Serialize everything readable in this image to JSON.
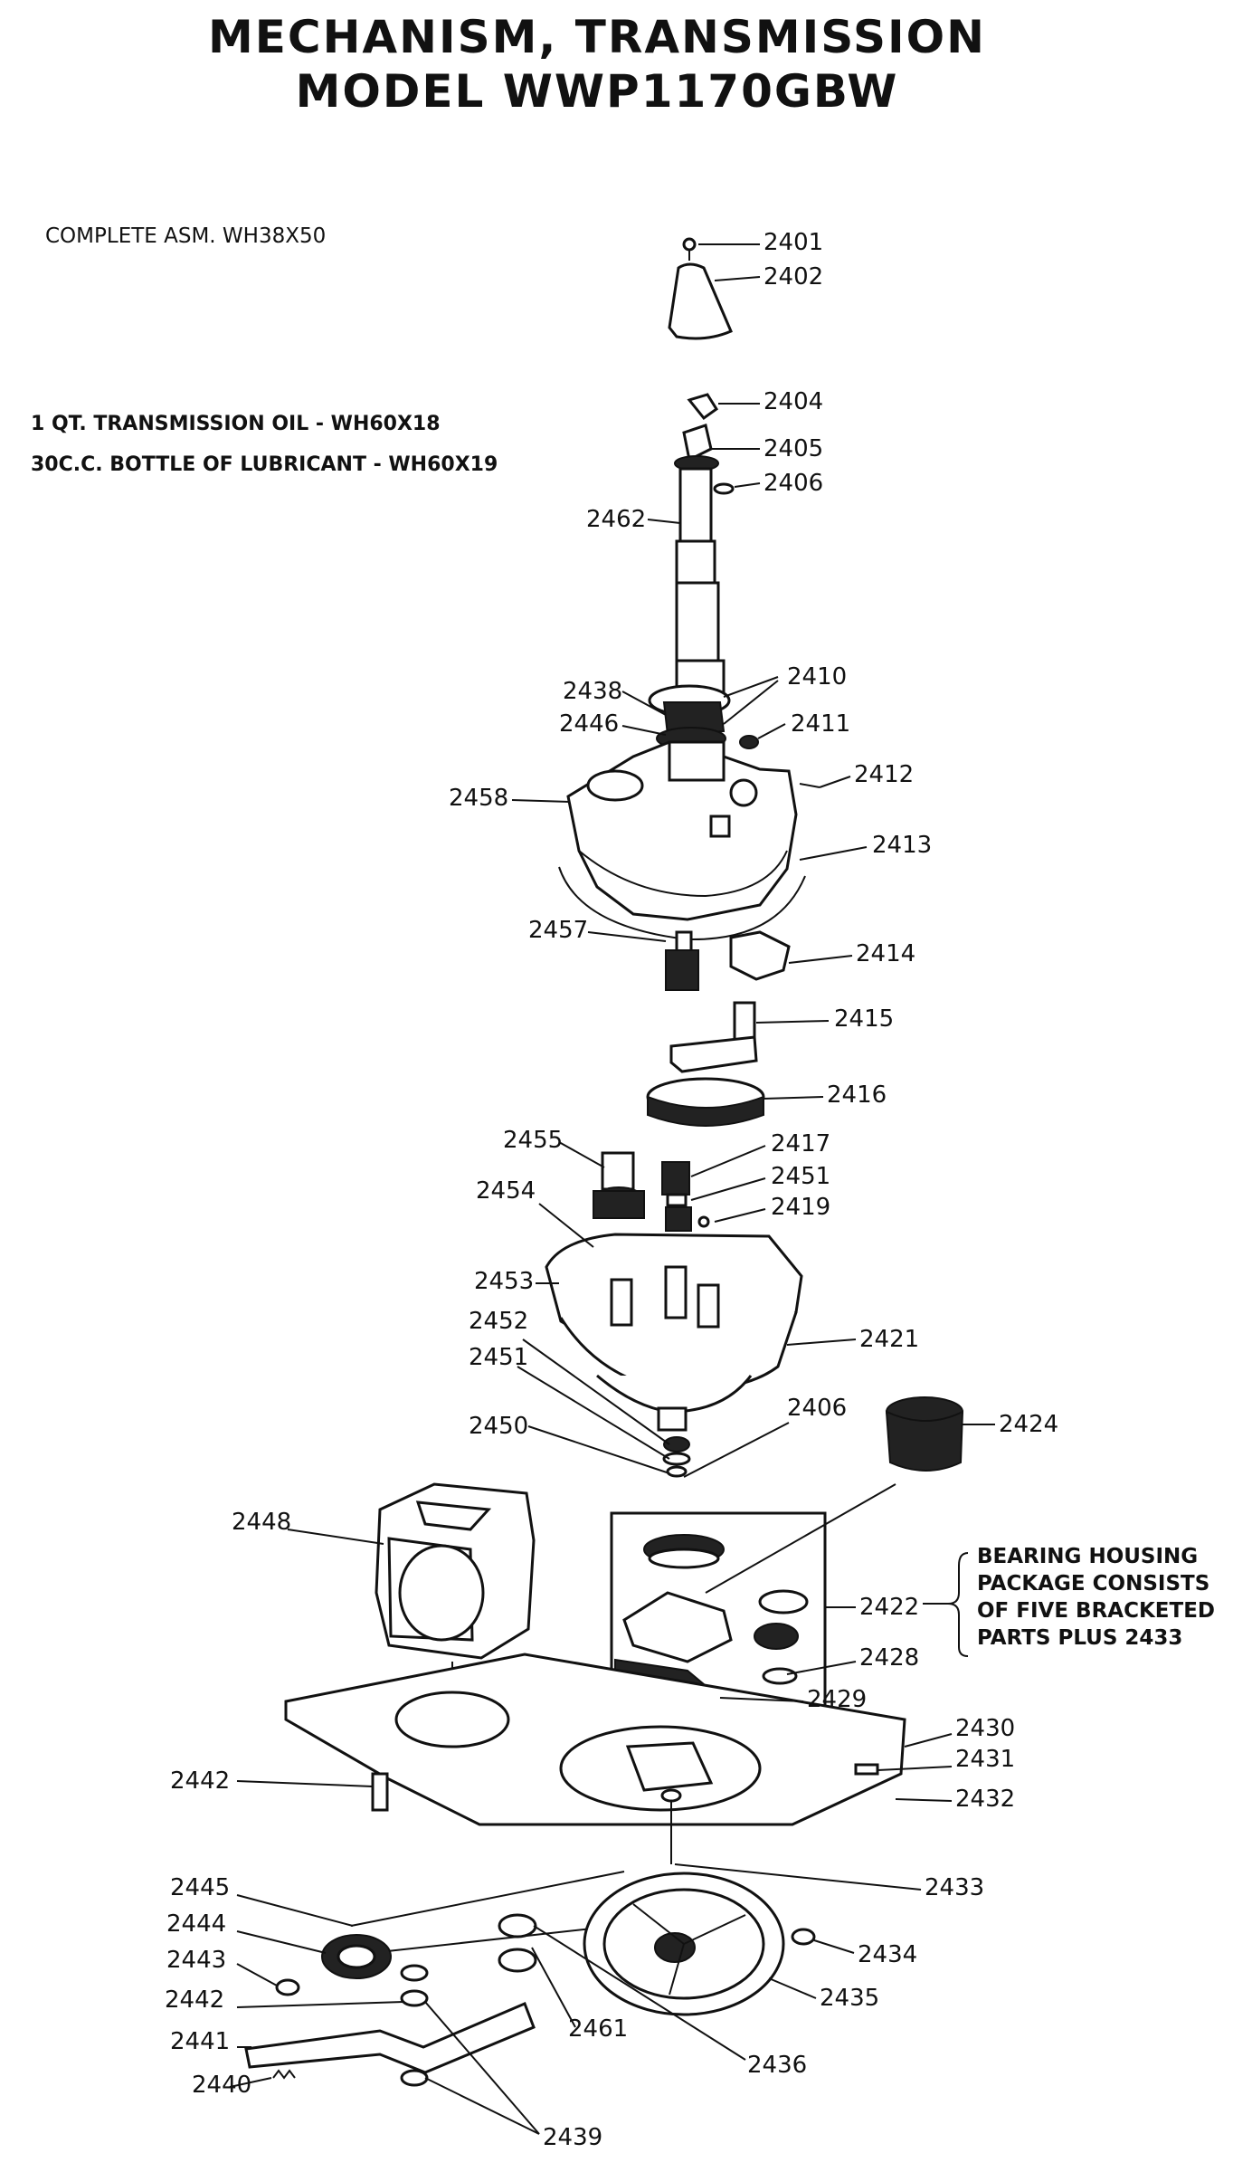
{
  "title": {
    "line1": "MECHANISM, TRANSMISSION",
    "line2": "MODEL WWP1170GBW"
  },
  "notes": {
    "complete": "COMPLETE ASM. WH38X50",
    "oil": "1 QT. TRANSMISSION OIL - WH60X18",
    "lubricant": "30C.C. BOTTLE OF LUBRICANT - WH60X19"
  },
  "callout": {
    "lines": [
      "BEARING HOUSING",
      "PACKAGE CONSISTS",
      "OF FIVE BRACKETED",
      "PARTS PLUS 2433"
    ]
  },
  "parts": [
    "2401",
    "2402",
    "2404",
    "2405",
    "2406",
    "2462",
    "2410",
    "2438",
    "2446",
    "2411",
    "2412",
    "2458",
    "2413",
    "2457",
    "2414",
    "2415",
    "2416",
    "2455",
    "2417",
    "2451",
    "2454",
    "2419",
    "2453",
    "2421",
    "2452",
    "2451",
    "2450",
    "2406",
    "2424",
    "2448",
    "2422",
    "2428",
    "2429",
    "2430",
    "2431",
    "2442",
    "2432",
    "2433",
    "2445",
    "2444",
    "2434",
    "2443",
    "2442",
    "2435",
    "2441",
    "2461",
    "2436",
    "2440",
    "2439"
  ]
}
